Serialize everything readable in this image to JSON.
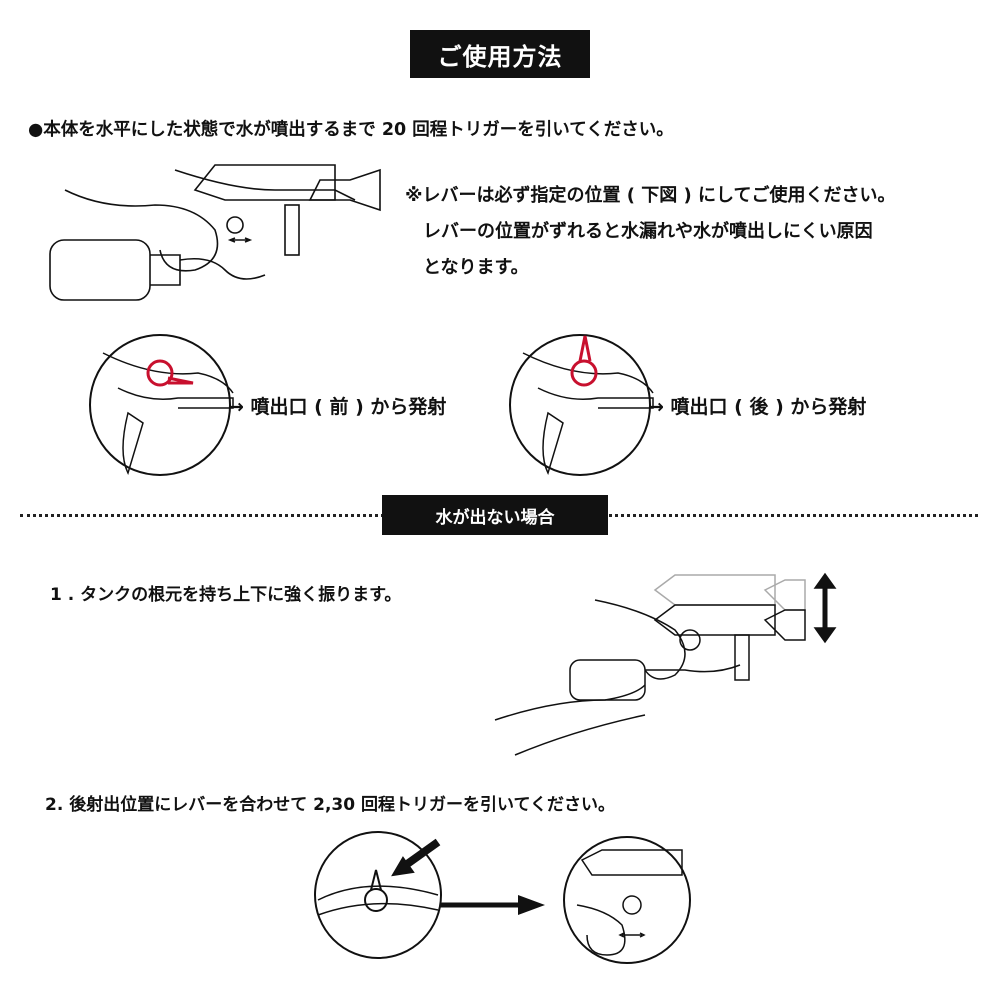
{
  "title": "ご使用方法",
  "intro": "●本体を水平にした状態で水が噴出するまで 20 回程トリガーを引いてください。",
  "note": {
    "lines": [
      "※レバーは必ず指定の位置 ( 下図 ) にしてご使用ください。",
      "　レバーの位置がずれると水漏れや水が噴出しにくい原因",
      "　となります。"
    ]
  },
  "lever_positions": [
    {
      "label": "→ 噴出口 ( 前 ) から発射"
    },
    {
      "label": "→ 噴出口 ( 後 ) から発射"
    }
  ],
  "troubleshoot": {
    "heading": "水が出ない場合",
    "step1": "1 . タンクの根元を持ち上下に強く振ります。",
    "step2": "2. 後射出位置にレバーを合わせて 2,30 回程トリガーを引いてください。"
  },
  "colors": {
    "accent": "#c8102e",
    "ink": "#111111"
  }
}
